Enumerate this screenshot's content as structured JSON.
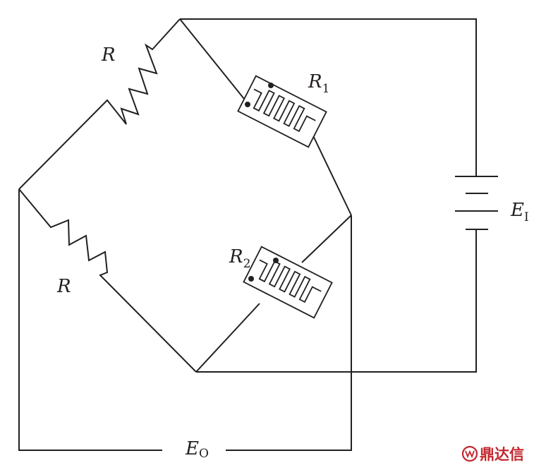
{
  "labels": {
    "r_top": "R",
    "r_left": "R",
    "r1_main": "R",
    "r1_sub": "1",
    "r2_main": "R",
    "r2_sub": "2",
    "ei_main": "E",
    "ei_sub": "I",
    "eo_main": "E",
    "eo_sub": "O"
  },
  "watermark": {
    "text": "鼎达信",
    "color": "#c3262e"
  },
  "colors": {
    "line": "#231f20",
    "background": "#ffffff"
  }
}
